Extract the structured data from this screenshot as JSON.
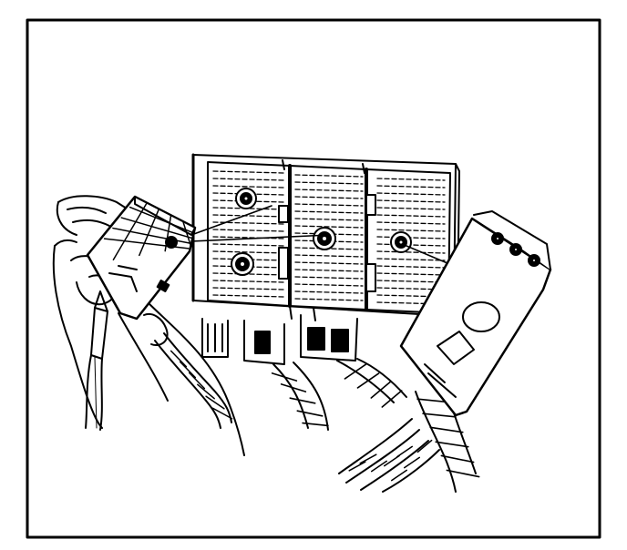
{
  "figure": {
    "line_color": "#000000",
    "fill_color": "#ffffff",
    "callouts": 3,
    "components": [
      "relay-block",
      "connector-left",
      "connector-right",
      "harness",
      "hand-left"
    ]
  }
}
